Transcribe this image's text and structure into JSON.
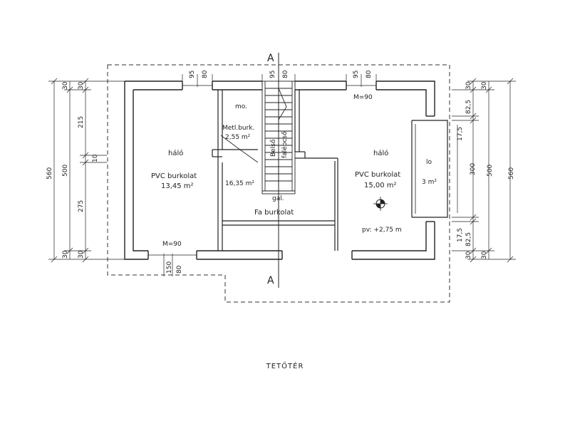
{
  "caption": "TETŐTÉR",
  "section_marker": "A",
  "rooms": {
    "left_room": {
      "name": "háló",
      "floor": "PVC burkolat",
      "area": "13,45 m²"
    },
    "right_room": {
      "name": "háló",
      "floor": "PVC burkolat",
      "area": "15,00 m²"
    },
    "storage": {
      "name": "mo."
    },
    "metal_floor": {
      "floor": "Metl.burk.",
      "area": "2,55 m²"
    },
    "stair": {
      "line1": "Belső",
      "line2": "falépcső"
    },
    "hall": {
      "area": "16,35 m²",
      "floor": "Fa burkolat",
      "gallery": "gal."
    },
    "loggia": {
      "name": "lo",
      "area": "3 m²"
    },
    "level": "pv: +2,75 m"
  },
  "doors": {
    "top": "M=90",
    "bottom": "M=90"
  },
  "dims": {
    "left_total": "560",
    "left_mid": "500",
    "left_seg_top": "215",
    "left_seg_mid": "10",
    "left_seg_bottom": "275",
    "left_seg_wall": "30",
    "right_total": "560",
    "right_mid": "500",
    "right_seg_wall": "30",
    "right_seg_825": "82,5",
    "right_seg_175": "17,5",
    "right_seg_300": "300",
    "win_95": "95",
    "win_80": "80",
    "win_150": "150"
  }
}
